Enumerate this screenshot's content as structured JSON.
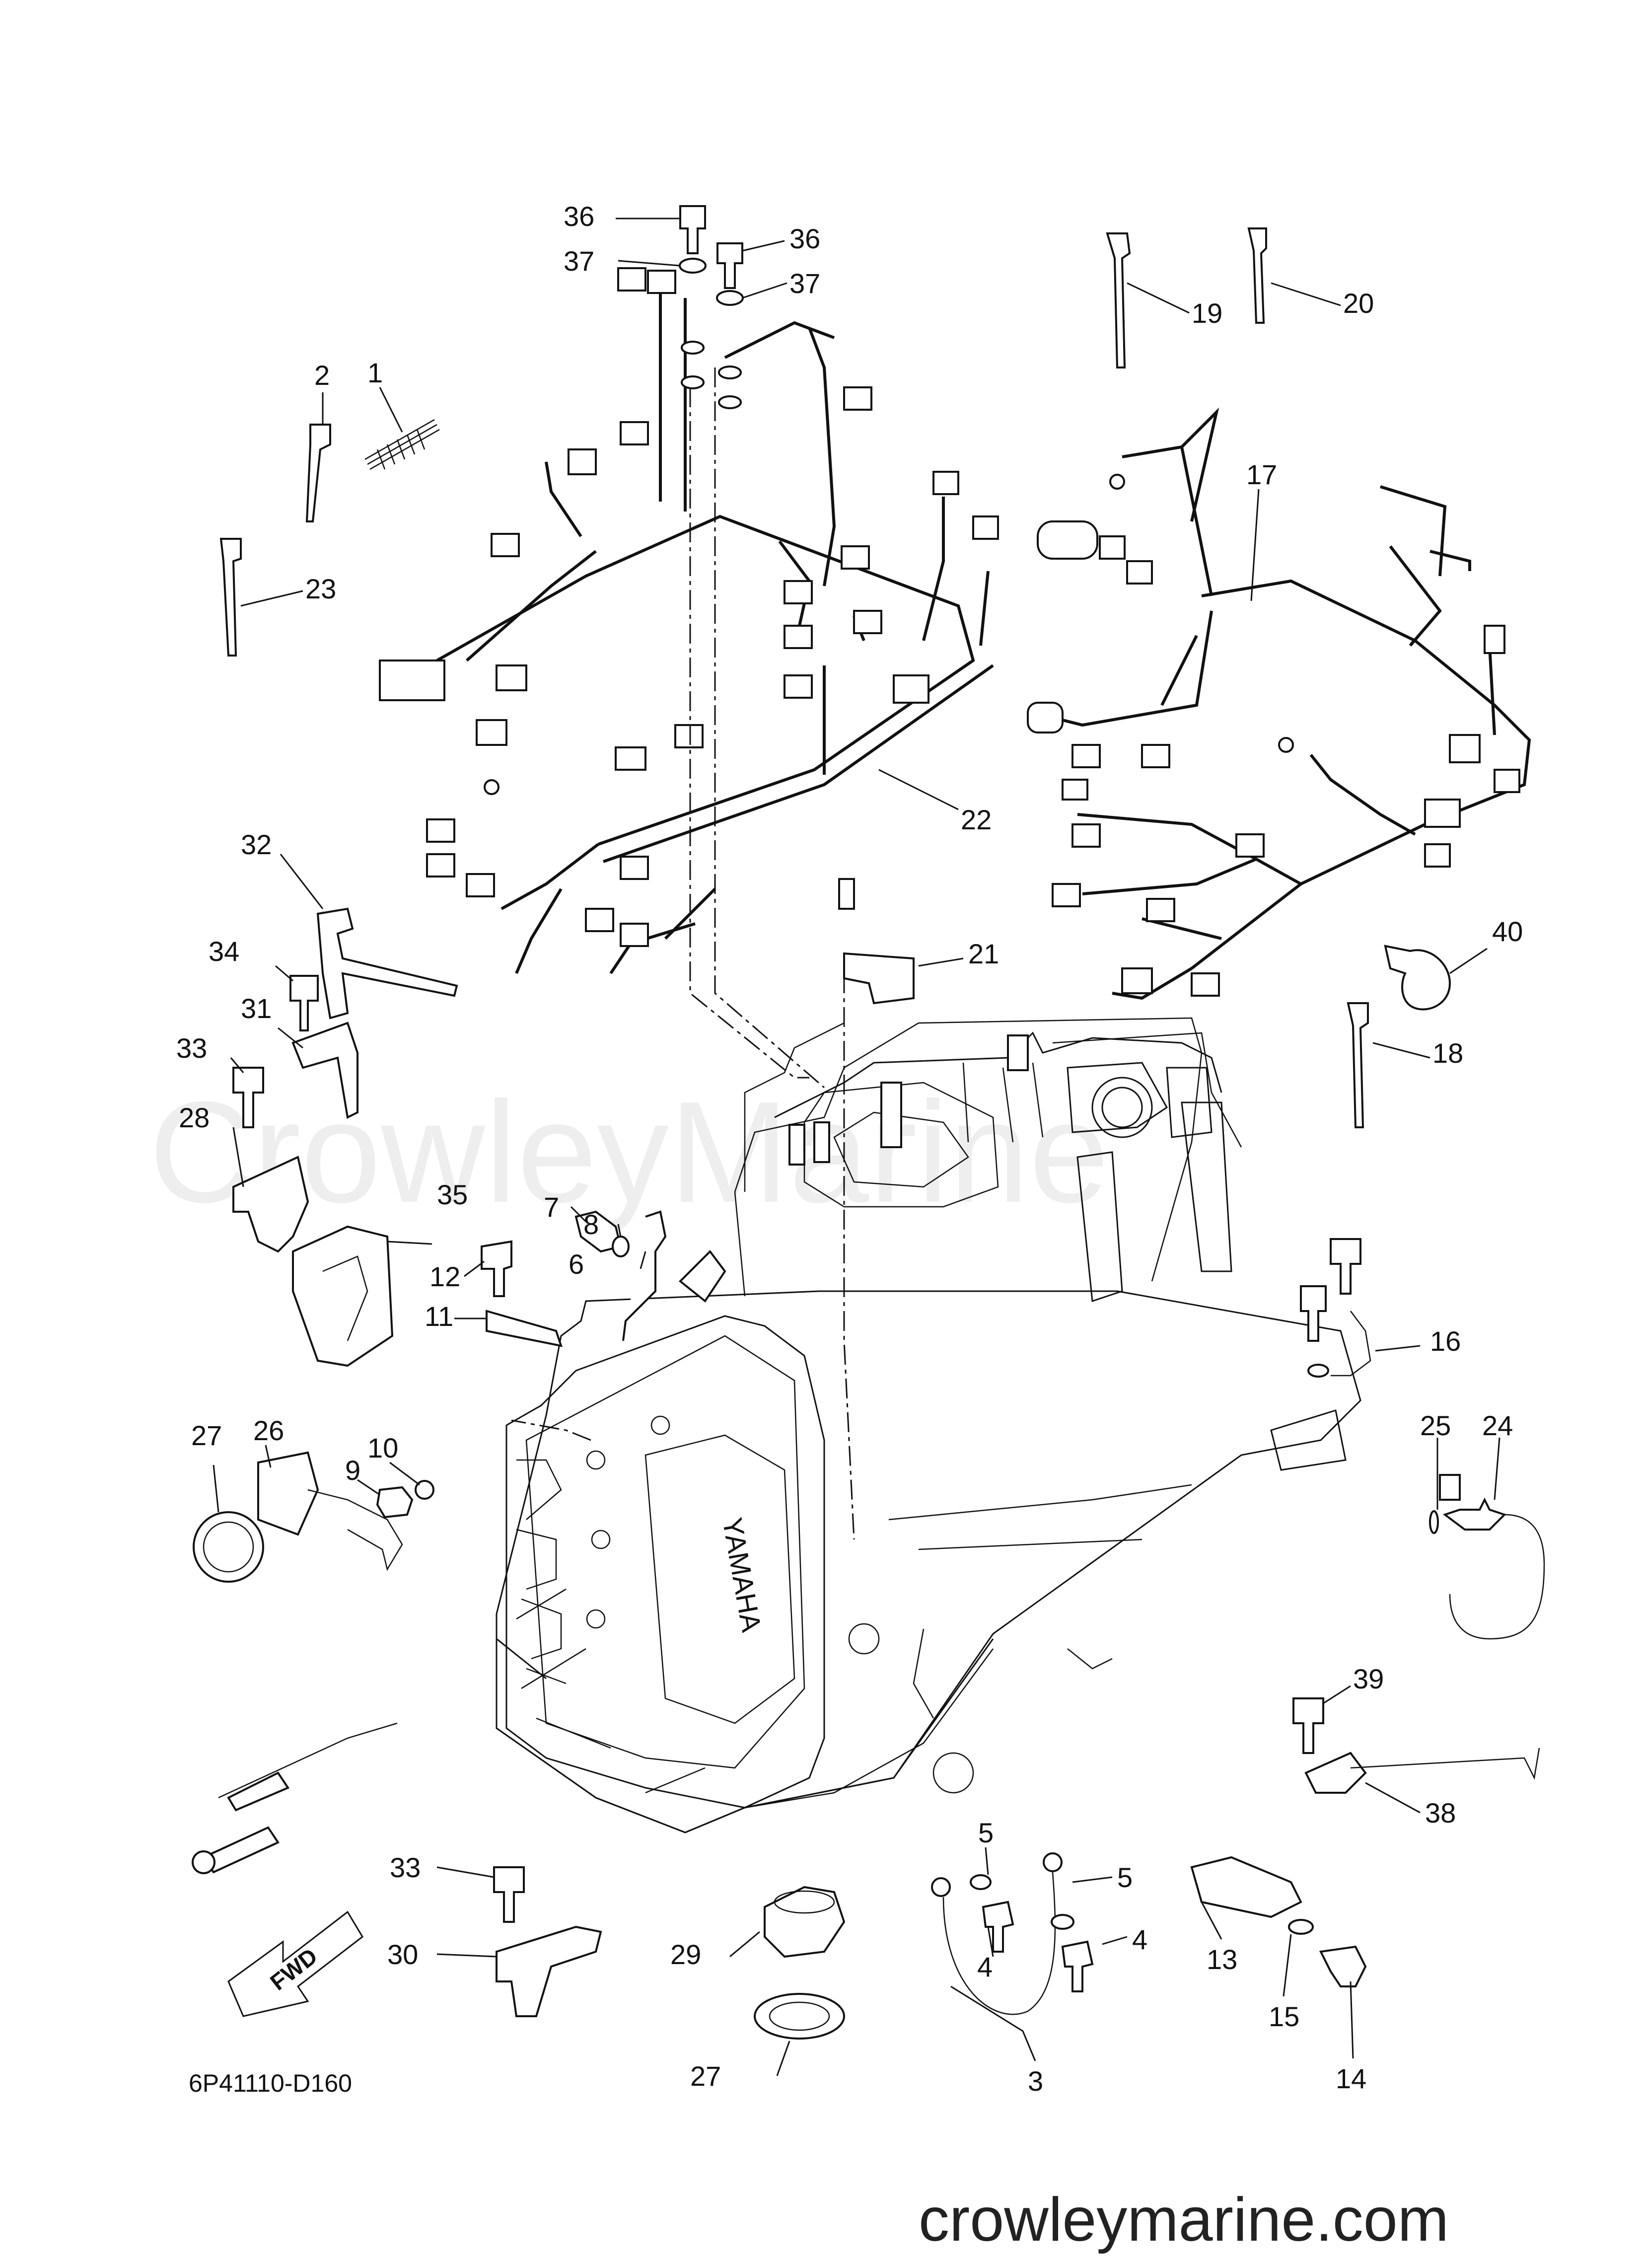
{
  "diagram": {
    "watermark": "CrowleyMarine",
    "drawing_code": "6P41110-D160",
    "site": "crowleymarine.com",
    "fwd_label": "FWD",
    "engine_brand": "YAMAHA",
    "callouts": [
      {
        "id": "c1",
        "num": "1"
      },
      {
        "id": "c2",
        "num": "2"
      },
      {
        "id": "c3",
        "num": "3"
      },
      {
        "id": "c4a",
        "num": "4"
      },
      {
        "id": "c4b",
        "num": "4"
      },
      {
        "id": "c5a",
        "num": "5"
      },
      {
        "id": "c5b",
        "num": "5"
      },
      {
        "id": "c6",
        "num": "6"
      },
      {
        "id": "c7",
        "num": "7"
      },
      {
        "id": "c8",
        "num": "8"
      },
      {
        "id": "c9",
        "num": "9"
      },
      {
        "id": "c10",
        "num": "10"
      },
      {
        "id": "c11",
        "num": "11"
      },
      {
        "id": "c12",
        "num": "12"
      },
      {
        "id": "c13",
        "num": "13"
      },
      {
        "id": "c14",
        "num": "14"
      },
      {
        "id": "c15",
        "num": "15"
      },
      {
        "id": "c16",
        "num": "16"
      },
      {
        "id": "c17",
        "num": "17"
      },
      {
        "id": "c18",
        "num": "18"
      },
      {
        "id": "c19",
        "num": "19"
      },
      {
        "id": "c20",
        "num": "20"
      },
      {
        "id": "c21",
        "num": "21"
      },
      {
        "id": "c22",
        "num": "22"
      },
      {
        "id": "c23",
        "num": "23"
      },
      {
        "id": "c24",
        "num": "24"
      },
      {
        "id": "c25",
        "num": "25"
      },
      {
        "id": "c26",
        "num": "26"
      },
      {
        "id": "c27a",
        "num": "27"
      },
      {
        "id": "c27b",
        "num": "27"
      },
      {
        "id": "c28",
        "num": "28"
      },
      {
        "id": "c29",
        "num": "29"
      },
      {
        "id": "c30",
        "num": "30"
      },
      {
        "id": "c31",
        "num": "31"
      },
      {
        "id": "c32",
        "num": "32"
      },
      {
        "id": "c33a",
        "num": "33"
      },
      {
        "id": "c33b",
        "num": "33"
      },
      {
        "id": "c34",
        "num": "34"
      },
      {
        "id": "c35",
        "num": "35"
      },
      {
        "id": "c36a",
        "num": "36"
      },
      {
        "id": "c36b",
        "num": "36"
      },
      {
        "id": "c37a",
        "num": "37"
      },
      {
        "id": "c37b",
        "num": "37"
      },
      {
        "id": "c38",
        "num": "38"
      },
      {
        "id": "c39",
        "num": "39"
      },
      {
        "id": "c40",
        "num": "40"
      }
    ]
  }
}
